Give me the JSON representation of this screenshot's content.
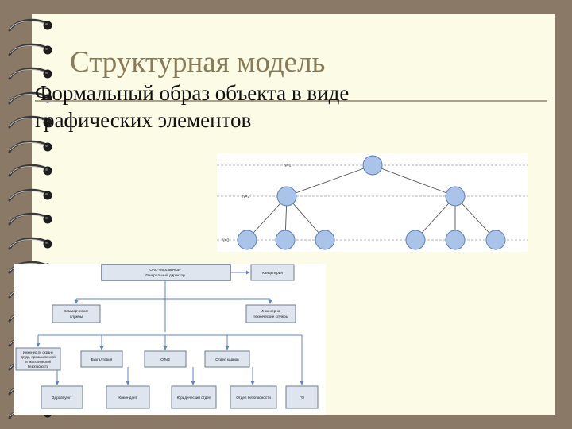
{
  "slide": {
    "title": "Структурная модель",
    "subtitle_line1": "Формальный образ объекта в виде",
    "subtitle_line2": "графических элементов"
  },
  "tree_diagram": {
    "level_labels": [
      "N=1",
      "N=2",
      "N=3"
    ]
  },
  "org_chart": {
    "top": [
      "ОАО «Москвичка»",
      "Генеральный директор"
    ],
    "office": "Канцелярия",
    "commercial": [
      "Коммерческие",
      "службы"
    ],
    "engineering": [
      "Инженерно-",
      "технические службы"
    ],
    "level2": {
      "safety_engineer": [
        "Инженер по охране",
        "труда, промышленной",
        "и экологической",
        "безопасности"
      ],
      "accounting": "Бухгалтерия",
      "ots": "ОТиЗ",
      "hr": "Отдел кадров"
    },
    "level3": {
      "health_center": "Здравпункт",
      "commandant": "Комендант",
      "legal": "Юридический отдел",
      "security": "Отдел безопасности",
      "go": "ГО"
    }
  },
  "colors": {
    "frame": "#8b7968",
    "page": "#fbfbe6",
    "title": "#8a7a55",
    "node_fill": "#a9c4e8",
    "node_stroke": "#5b82b5",
    "org_box": "#dfe5ee",
    "arrow": "#5b86c8"
  }
}
